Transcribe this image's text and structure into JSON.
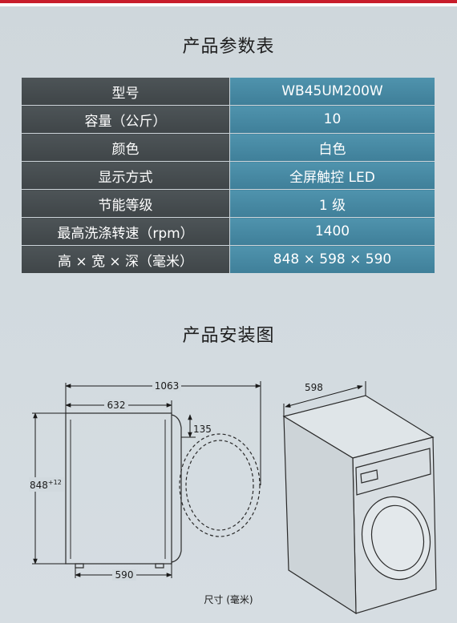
{
  "tables": {
    "specs": {
      "title": "产品参数表",
      "rows": [
        {
          "label": "型号",
          "value": "WB45UM200W"
        },
        {
          "label": "容量（公斤）",
          "value": "10"
        },
        {
          "label": "颜色",
          "value": "白色"
        },
        {
          "label": "显示方式",
          "value": "全屏触控 LED"
        },
        {
          "label": "节能等级",
          "value": "1 级"
        },
        {
          "label": "最高洗涤转速（rpm）",
          "value": "1400"
        },
        {
          "label": "高 × 宽 × 深（毫米）",
          "value": "848 × 598 × 590"
        }
      ]
    }
  },
  "installation": {
    "title": "产品安装图",
    "dims": {
      "total_depth": "1063",
      "cabinet_depth": "632",
      "top_offset": "135",
      "height": "848",
      "height_sup": "+12",
      "base_depth": "590",
      "width": "598"
    },
    "unit_label": "尺寸 (毫米)"
  },
  "colors": {
    "accent": "#c81d2b",
    "label_cell": "#474d50",
    "value_cell": "#4789a3"
  }
}
